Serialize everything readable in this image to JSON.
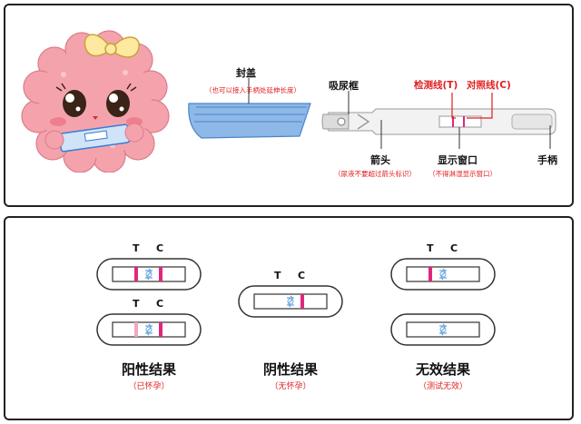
{
  "anatomy": {
    "cap": {
      "label": "封盖",
      "note": "（也可以接入手柄处延伸长度）"
    },
    "absorbent_tip": {
      "label": "吸尿框"
    },
    "test_line": {
      "label": "检测线(T)"
    },
    "control_line": {
      "label": "对照线(C)"
    },
    "arrow": {
      "label": "箭头",
      "note": "（尿液不要超过箭头标识）"
    },
    "window": {
      "label": "显示窗口",
      "note": "（不得淋湿显示窗口）"
    },
    "handle": {
      "label": "手柄"
    }
  },
  "results": {
    "marks": {
      "t": "T",
      "c": "C"
    },
    "positive": {
      "title": "阳性结果",
      "subtitle": "（已怀孕）"
    },
    "negative": {
      "title": "阴性结果",
      "subtitle": "（无怀孕）"
    },
    "invalid": {
      "title": "无效结果",
      "subtitle": "（测试无效）"
    }
  },
  "colors": {
    "accent_red": "#e02020",
    "line_pink": "#e0287a",
    "strip_blue": "#6aa8e0",
    "mascot_pink": "#f4a3ad"
  }
}
